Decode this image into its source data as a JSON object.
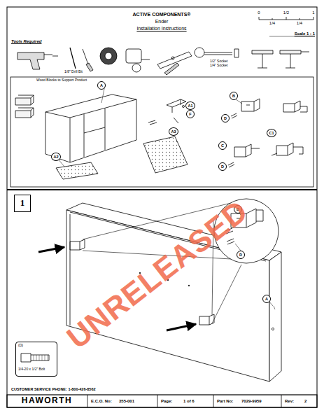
{
  "diagram": {
    "title": "ACTIVE COMPONENTS®",
    "nodes": [
      {
        "text": [
          "1"
        ]
      },
      {
        "text": [
          "(D)",
          "1/4-20 x 1/2\" Bolt"
        ]
      }
    ],
    "labels": [
      "Ender",
      "Installation Instructions",
      "0",
      "1/2",
      "1",
      "1/4",
      "1/4",
      "Scale 1 : 1",
      "Tools Required",
      "1/8\" Drill Bit",
      "1/2\" Socket",
      "1/4\" Socket",
      "Wood Blocks to Support Product",
      "A",
      "A1",
      "F",
      "A2",
      "A3",
      "B",
      "D",
      "C1",
      "C",
      "D",
      "B",
      "D",
      "A",
      "UNRELEASED",
      "CUSTOMER SERVICE PHONE: 1-800-426-8562",
      "HAWORTH",
      "E.C.O. No:",
      "355-001",
      "Page:",
      "1 of 6",
      "Part No:",
      "7029-9959",
      "Rev:",
      "2"
    ]
  }
}
